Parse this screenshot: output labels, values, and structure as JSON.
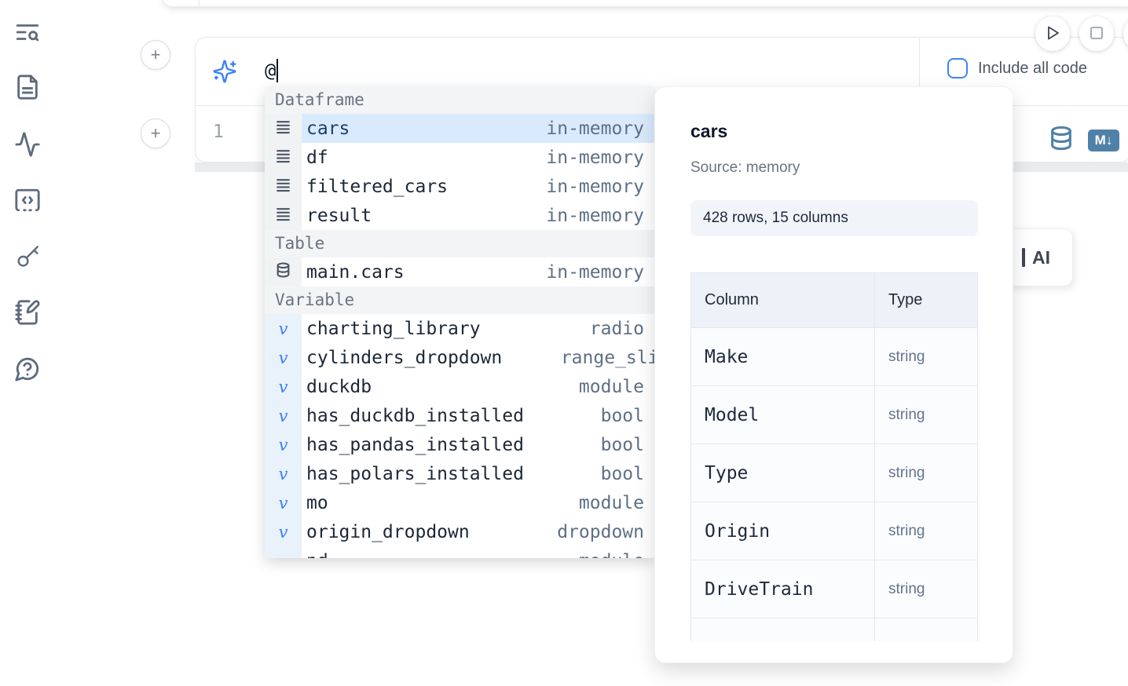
{
  "sidebar": {
    "icons": [
      "list-search-icon",
      "file-text-icon",
      "activity-icon",
      "snippets-code-icon",
      "key-icon",
      "scratchpad-notebook-icon",
      "help-chat-icon"
    ]
  },
  "toolbar": {
    "run_icon": "play-icon",
    "stop_icon": "stop-icon",
    "include_all_code_label": "Include all code",
    "markdown_badge": "M↓",
    "database_icon": "database-icon"
  },
  "cell": {
    "add_cell_above_label": "+",
    "add_cell_below_label": "+",
    "ai_prompt_value": "@",
    "line_number": "1"
  },
  "hidden_button": {
    "label": "AI"
  },
  "autocomplete": {
    "sections": [
      {
        "label": "Dataframe",
        "kind": "dataframe",
        "items": [
          {
            "name": "cars",
            "type": "in-memory",
            "selected": true
          },
          {
            "name": "df",
            "type": "in-memory"
          },
          {
            "name": "filtered_cars",
            "type": "in-memory"
          },
          {
            "name": "result",
            "type": "in-memory"
          }
        ]
      },
      {
        "label": "Table",
        "kind": "table",
        "items": [
          {
            "name": "main.cars",
            "type": "in-memory"
          }
        ]
      },
      {
        "label": "Variable",
        "kind": "variable",
        "items": [
          {
            "name": "charting_library",
            "type": "radio"
          },
          {
            "name": "cylinders_dropdown",
            "type": "range_slider",
            "clipped": true
          },
          {
            "name": "duckdb",
            "type": "module"
          },
          {
            "name": "has_duckdb_installed",
            "type": "bool"
          },
          {
            "name": "has_pandas_installed",
            "type": "bool"
          },
          {
            "name": "has_polars_installed",
            "type": "bool"
          },
          {
            "name": "mo",
            "type": "module"
          },
          {
            "name": "origin_dropdown",
            "type": "dropdown"
          },
          {
            "name": "pd",
            "type": "module"
          }
        ]
      }
    ]
  },
  "preview": {
    "title": "cars",
    "source": "Source: memory",
    "shape_badge": "428 rows, 15 columns",
    "table": {
      "headers": [
        "Column",
        "Type"
      ],
      "rows": [
        [
          "Make",
          "string"
        ],
        [
          "Model",
          "string"
        ],
        [
          "Type",
          "string"
        ],
        [
          "Origin",
          "string"
        ],
        [
          "DriveTrain",
          "string"
        ]
      ]
    }
  },
  "colors": {
    "accent_blue": "#3b82f6",
    "steel_blue": "#4f81a8",
    "selected_row": "#d9eafc",
    "section_header_bg": "#f3f4f6",
    "badge_bg": "#f1f5f9"
  }
}
